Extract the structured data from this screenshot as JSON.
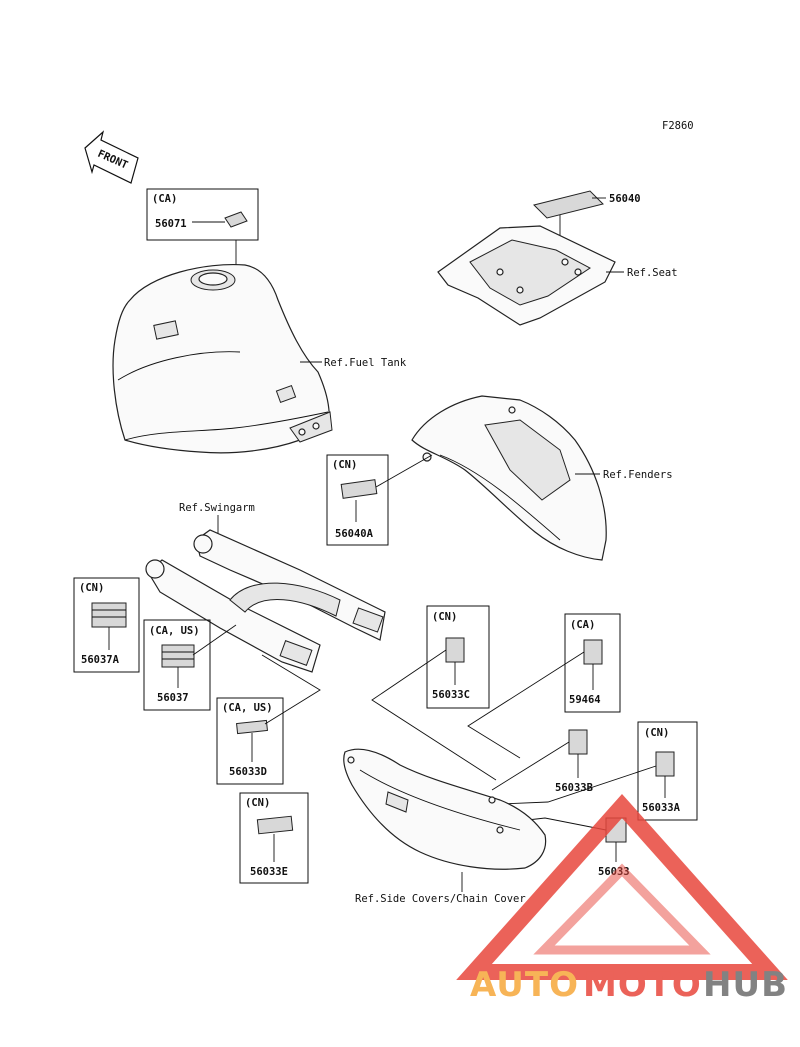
{
  "figure_code": "F2860",
  "front_arrow": {
    "label": "FRONT"
  },
  "references": {
    "seat": "Ref.Seat",
    "fuel_tank": "Ref.Fuel Tank",
    "fenders": "Ref.Fenders",
    "swingarm": "Ref.Swingarm",
    "side_covers": "Ref.Side Covers/Chain Cover"
  },
  "parts": {
    "p56071": {
      "region": "(CA)",
      "number": "56071"
    },
    "p56040": {
      "number": "56040"
    },
    "p56040A": {
      "region": "(CN)",
      "number": "56040A"
    },
    "p56037A": {
      "region": "(CN)",
      "number": "56037A"
    },
    "p56037": {
      "region": "(CA, US)",
      "number": "56037"
    },
    "p56033C": {
      "region": "(CN)",
      "number": "56033C"
    },
    "p59464": {
      "region": "(CA)",
      "number": "59464"
    },
    "p56033D": {
      "region": "(CA, US)",
      "number": "56033D"
    },
    "p56033B": {
      "number": "56033B"
    },
    "p56033A": {
      "region": "(CN)",
      "number": "56033A"
    },
    "p56033": {
      "number": "56033"
    },
    "p56033E": {
      "region": "(CN)",
      "number": "56033E"
    }
  },
  "watermark": {
    "auto": "AUTO",
    "moto": "MOTO",
    "hub": "HUB"
  },
  "colors": {
    "line": "#111111",
    "watermark_red": "#e8473d",
    "watermark_orange": "#f6a83a",
    "watermark_gray": "#6d6d6d"
  }
}
